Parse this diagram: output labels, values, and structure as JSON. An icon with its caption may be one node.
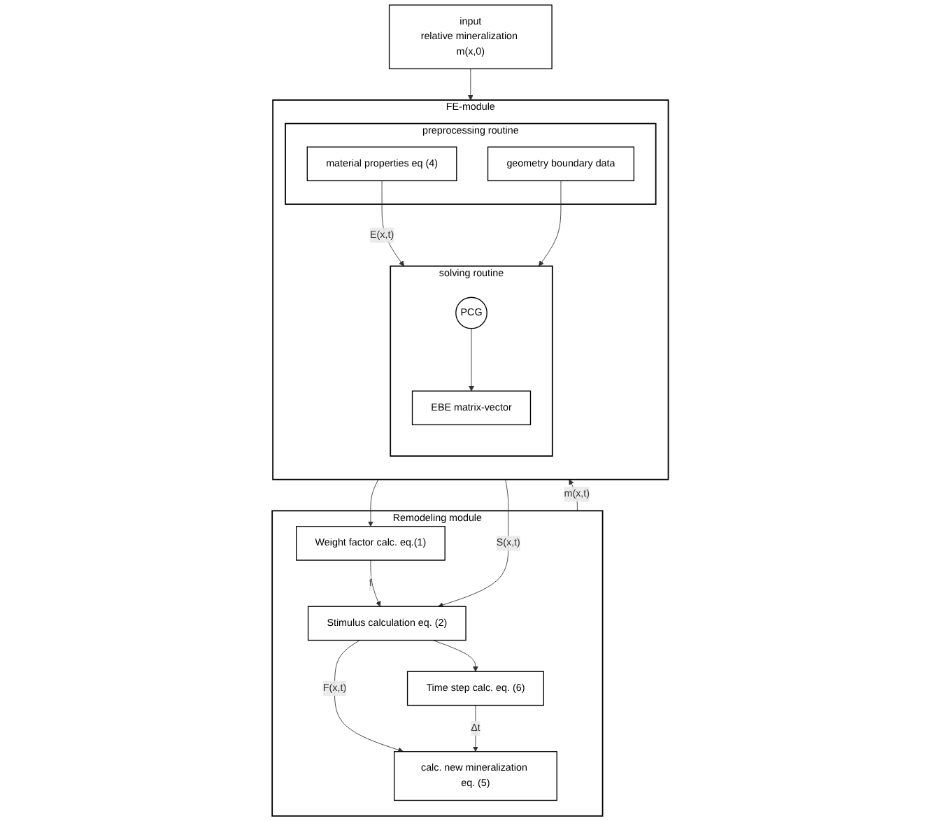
{
  "diagram": {
    "nodes": [
      {
        "text": [
          "input",
          "relative mineralization m(x,0)"
        ]
      },
      {
        "text": [
          "FE-module"
        ]
      },
      {
        "text": [
          "preprocessing routine"
        ],
        "in": 1
      },
      {
        "text": [
          "material properties eq (4)"
        ],
        "in": 2
      },
      {
        "text": [
          "geometry boundary data"
        ],
        "in": 2
      },
      {
        "text": [
          "solving routine"
        ],
        "in": 1
      },
      {
        "text": [
          "PCG"
        ],
        "in": 5
      },
      {
        "text": [
          "EBE matrix-vector"
        ],
        "in": 5
      },
      {
        "text": [
          "Remodeling module"
        ]
      },
      {
        "text": [
          "calc. new mineralization eq. (5)"
        ],
        "in": 8
      },
      {
        "text": [
          "Time step calc. eq. (6)"
        ],
        "in": 8
      },
      {
        "text": [
          "Stimulus calculation eq. (2)"
        ],
        "in": 8
      },
      {
        "text": [
          "Weight factor calc. eq.(1)"
        ],
        "in": 8
      }
    ],
    "edges": [
      {
        "from": 0,
        "to": 1,
        "arrow": "to"
      },
      {
        "from": 8,
        "to": 1,
        "label": "m(x,t)",
        "arrow": "to"
      },
      {
        "from": 3,
        "to": 5,
        "label": "E(x,t)",
        "arrow": "to"
      },
      {
        "from": 4,
        "to": 5,
        "arrow": "to"
      },
      {
        "from": 6,
        "to": 7,
        "arrow": "to"
      },
      {
        "from": 1,
        "to": 11,
        "label": "S(x,t)",
        "arrow": "to"
      },
      {
        "from": 1,
        "to": 12,
        "arrow": "to"
      },
      {
        "from": 12,
        "to": 11,
        "label": "f",
        "arrow": "to"
      },
      {
        "from": 11,
        "to": 9,
        "label": "F(x,t)",
        "arrow": "to"
      },
      {
        "from": 11,
        "to": 10,
        "arrow": "to"
      },
      {
        "from": 10,
        "to": 9,
        "label": "Δt",
        "arrow": "to"
      }
    ]
  }
}
